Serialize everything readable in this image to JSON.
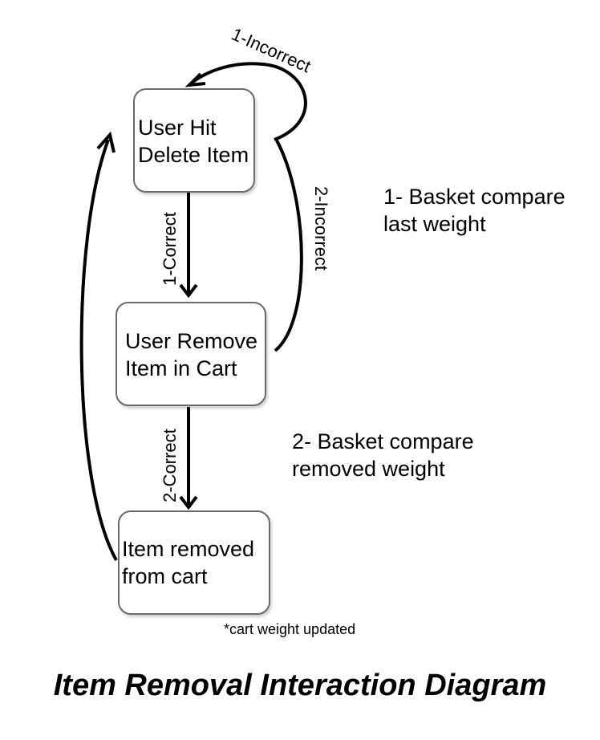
{
  "nodes": {
    "user_hit_delete": {
      "line1": "User Hit",
      "line2": "Delete Item"
    },
    "user_remove_item": {
      "line1": "User Remove",
      "line2": "Item in Cart"
    },
    "item_removed": {
      "line1": "Item removed",
      "line2": "from cart"
    }
  },
  "edges": {
    "self_loop": "1-Incorrect",
    "first_correct": "1-Correct",
    "second_incorrect": "2-Incorrect",
    "second_correct": "2-Correct"
  },
  "notes": {
    "step1": {
      "line1": "1- Basket compare",
      "line2": "last weight"
    },
    "step2": {
      "line1": "2- Basket compare",
      "line2": "removed weight"
    },
    "cart_weight": "*cart weight updated"
  },
  "title": "Item Removal Interaction Diagram"
}
